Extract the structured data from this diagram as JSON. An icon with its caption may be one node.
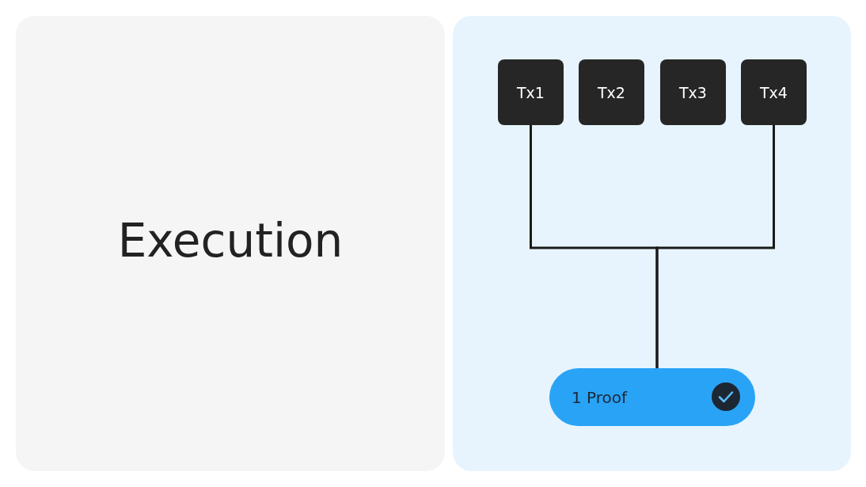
{
  "diagram": {
    "nodes": [
      {
        "text": [
          "Execution"
        ]
      },
      {
        "text": [],
        "shape": "box"
      },
      {
        "text": [
          "Tx1"
        ],
        "in": 1
      },
      {
        "text": [
          "Tx2"
        ],
        "in": 1
      },
      {
        "text": [
          "Tx3"
        ],
        "in": 1
      },
      {
        "text": [
          "Tx4"
        ],
        "in": 1
      },
      {
        "text": [
          "1 Proof"
        ],
        "in": 1
      }
    ],
    "edges": [
      {
        "from": 2,
        "to": 6,
        "arrow": "none"
      },
      {
        "from": 5,
        "to": 6,
        "arrow": "none"
      }
    ]
  }
}
